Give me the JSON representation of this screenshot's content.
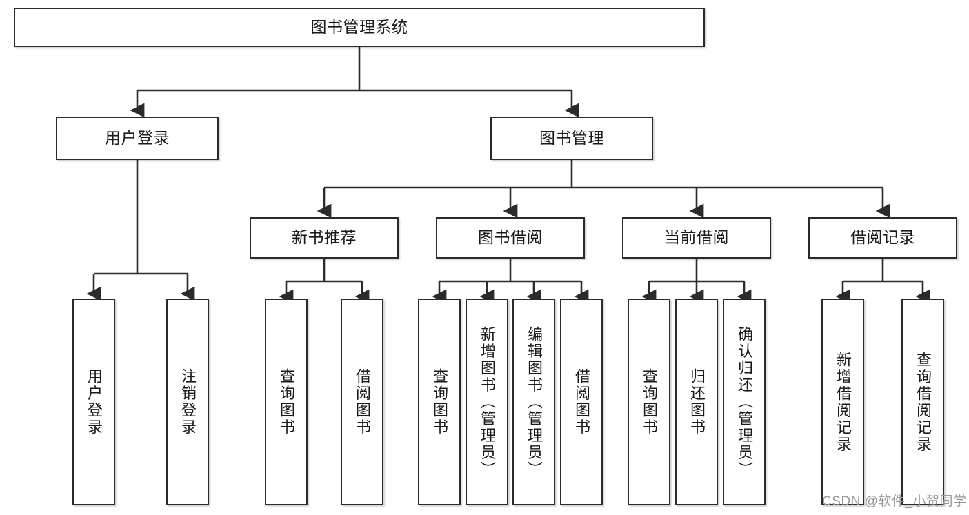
{
  "diagram": {
    "title": "图书管理系统",
    "watermark": "CSDN @软件_小贺同学",
    "accent_color": "#2b2b2b",
    "background_color": "#ffffff",
    "nodes": {
      "root": {
        "label": "图书管理系统"
      },
      "l2": [
        {
          "label": "用户登录"
        },
        {
          "label": "图书管理"
        }
      ],
      "l3": [
        {
          "label": "新书推荐"
        },
        {
          "label": "图书借阅"
        },
        {
          "label": "当前借阅"
        },
        {
          "label": "借阅记录"
        }
      ],
      "leaves": {
        "user_login": [
          {
            "label": "用户登录"
          },
          {
            "label": "注销登录"
          }
        ],
        "new_book_recommend": [
          {
            "label": "查询图书"
          },
          {
            "label": "借阅图书"
          }
        ],
        "book_borrow": [
          {
            "label": "查询图书"
          },
          {
            "label": "新增图书（管理员）"
          },
          {
            "label": "编辑图书（管理员）"
          },
          {
            "label": "借阅图书"
          }
        ],
        "current_borrow": [
          {
            "label": "查询图书"
          },
          {
            "label": "归还图书"
          },
          {
            "label": "确认归还（管理员）"
          }
        ],
        "borrow_record": [
          {
            "label": "新增借阅记录"
          },
          {
            "label": "查询借阅记录"
          }
        ]
      }
    }
  }
}
